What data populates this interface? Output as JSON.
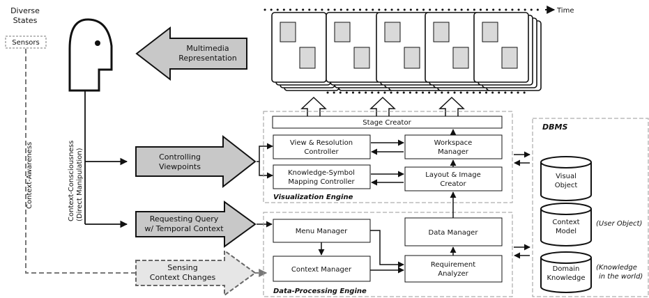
{
  "colors": {
    "stroke": "#111111",
    "arrow_fill": "#c8c8c8",
    "dashed_fill": "#e6e6e6",
    "screen_fill": "#d9d9d9"
  },
  "diverse_states": [
    "Diverse",
    "States"
  ],
  "sensors": "Sensors",
  "context_awareness": "Context-Awareness",
  "context_consciousness": [
    "Context-Consciousness",
    "(Direct Manipulation)"
  ],
  "multimedia": [
    "Multimedia",
    "Representation"
  ],
  "controlling": [
    "Controlling",
    "Viewpoints"
  ],
  "requesting": [
    "Requesting Query",
    "w/ Temporal Context"
  ],
  "sensing": [
    "Sensing",
    "Context Changes"
  ],
  "time_label": "Time",
  "stage_creator": "Stage Creator",
  "view_resolution": [
    "View & Resolution",
    "Controller"
  ],
  "workspace": [
    "Workspace",
    "Manager"
  ],
  "knowledge_symbol": [
    "Knowledge-Symbol",
    "Mapping Controller"
  ],
  "layout_image": [
    "Layout & Image",
    "Creator"
  ],
  "visualization_engine": "Visualization Engine",
  "menu_manager": "Menu Manager",
  "data_manager": "Data Manager",
  "context_manager": "Context Manager",
  "requirement": [
    "Requirement",
    "Analyzer"
  ],
  "data_processing_engine": "Data-Processing Engine",
  "dbms": "DBMS",
  "visual_object": [
    "Visual",
    "Object"
  ],
  "context_model": [
    "Context",
    "Model"
  ],
  "domain_knowledge": [
    "Domain",
    "Knowledge"
  ],
  "user_object": "(User Object)",
  "knowledge_world": [
    "(Knowledge",
    "in the world)"
  ]
}
